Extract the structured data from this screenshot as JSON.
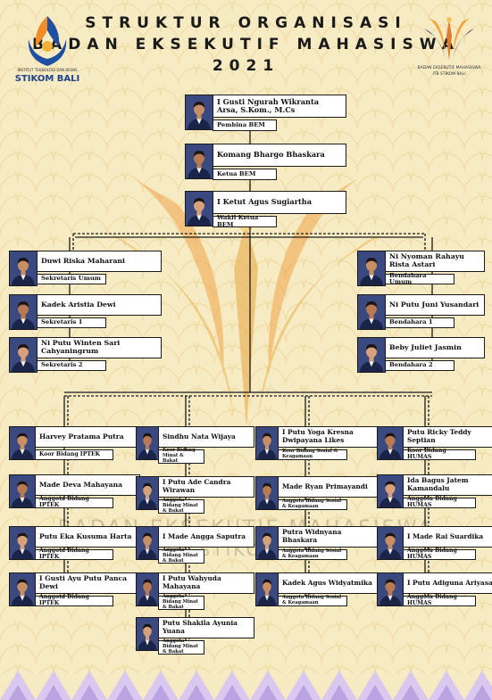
{
  "title": {
    "line1": "STRUKTUR ORGANISASI",
    "line2": "BADAN EKSEKUTIF MAHASISWA",
    "line3": "2021"
  },
  "logo_left": {
    "small_text": "INSTITUT TEKNOLOGI DAN BISNIS",
    "brand_text": "STIKOM BALI"
  },
  "logo_right": {
    "line1": "BADAN EKSEKUTIF MAHASISWA",
    "line2": "ITB STIKOM BALI"
  },
  "watermark": {
    "line1": "BADAN EKSEKUTIF MAHASISWA",
    "line2": "ITB STIKOM BALI"
  },
  "colors": {
    "background": "#f7ebc4",
    "line": "#1a1a1a",
    "emblem_orange": "#f0a34a",
    "emblem_gold": "#e8b24a",
    "bottom_pattern": "#d9c8f0"
  },
  "leadership": [
    {
      "name": "I Gusti Ngurah Wikranta Arsa, S.Kom., M.Cs",
      "role": "Pembina BEM"
    },
    {
      "name": "Komang Bhargo Bhaskara",
      "role": "Ketua BEM"
    },
    {
      "name": "I Ketut Agus Sugiartha",
      "role": "Wakil Ketua BEM"
    }
  ],
  "secretaries": [
    {
      "name": "Duwi Riska Maharani",
      "role": "Sekretaris Umum"
    },
    {
      "name": "Kadek Aristia Dewi",
      "role": "Sekretaris 1"
    },
    {
      "name": "Ni Putu Winten Sari Cahyaningrum",
      "role": "Sekretaris 2"
    }
  ],
  "treasurers": [
    {
      "name": "Ni Nyoman Rahayu Rista Astari",
      "role": "Bendahara Umum"
    },
    {
      "name": "Ni Putu Juni Yusandari",
      "role": "Bendahara 1"
    },
    {
      "name": "Beby Juliet Jasmin",
      "role": "Bendahara 2"
    }
  ],
  "iptek": [
    {
      "name": "Harvey Pratama Putra",
      "role": "Koor Bidang IPTEK"
    },
    {
      "name": "Made Deva Mahayana",
      "role": "Anggota Bidang IPTEK"
    },
    {
      "name": "Putu Eka Kusuma Harta",
      "role": "Anggota Bidang IPTEK"
    },
    {
      "name": "I Gusti Ayu Putu Panca Dewi",
      "role": "Anggota Bidang IPTEK"
    }
  ],
  "minat_bakat": [
    {
      "name": "Sindhu Nata Wijaya",
      "role": "Koor Bidang Minat & Bakat"
    },
    {
      "name": "I Putu Ade Candra Wirawan",
      "role": "Anggota Bidang Minat & Bakat"
    },
    {
      "name": "I Made Angga Saputra",
      "role": "Anggota Bidang Minat & Bakat"
    },
    {
      "name": "I Putu Wahyuda Mahayana",
      "role": "Anggota Bidang Minat & Bakat"
    },
    {
      "name": "Putu Shakila Ayunia Yuana",
      "role": "Anggota Bidang Minat & Bakat"
    }
  ],
  "sosial": [
    {
      "name": "I Putu Yoga Kresna Dwipayana Likes",
      "role": "Koor Bidang Sosial & Keagamaan"
    },
    {
      "name": "Made Ryan Primayandi",
      "role": "Anggota Bidang Sosial & Keagamaan"
    },
    {
      "name": "Putra Widnyana Bhaskara",
      "role": "Anggota Bidang Sosial & Keagamaan"
    },
    {
      "name": "Kadek Agus Widyatmika",
      "role": "Anggota Bidang Sosial & Keagamaan"
    }
  ],
  "humas": [
    {
      "name": "Putu Ricky Teddy Septian",
      "role": "Koor Bidang HUMAS"
    },
    {
      "name": "Ida Bagus Jatem Kamandalu",
      "role": "Anggota Bidang HUMAS"
    },
    {
      "name": "I Made Rai Suardika",
      "role": "Anggota Bidang HUMAS"
    },
    {
      "name": "I Putu Adiguna Ariyasa",
      "role": "Anggota Bidang HUMAS"
    }
  ]
}
